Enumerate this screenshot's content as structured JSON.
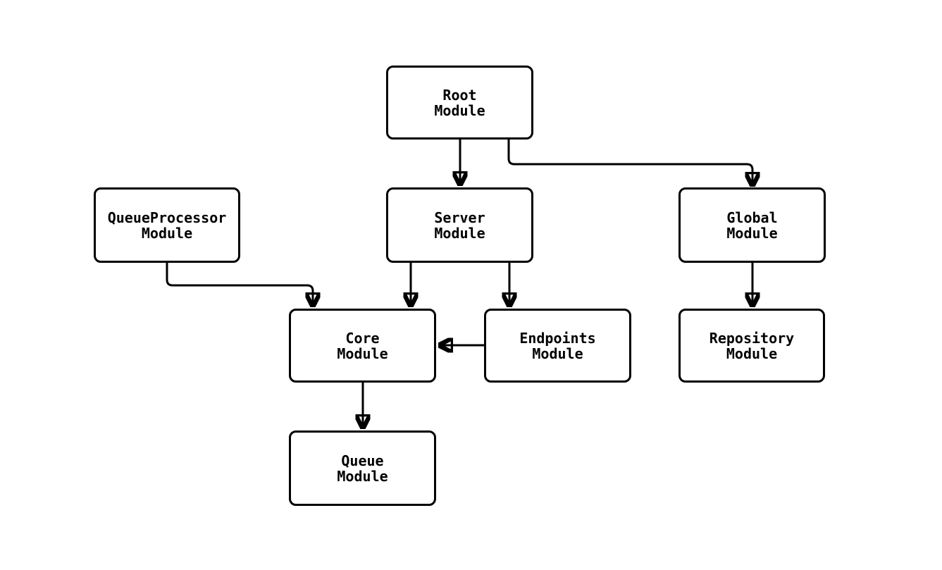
{
  "diagram": {
    "type": "flowchart",
    "direction": "top-down",
    "nodes": {
      "root": {
        "line1": "Root",
        "line2": "Module"
      },
      "queueprocessor": {
        "line1": "QueueProcessor",
        "line2": "Module"
      },
      "server": {
        "line1": "Server",
        "line2": "Module"
      },
      "global": {
        "line1": "Global",
        "line2": "Module"
      },
      "core": {
        "line1": "Core",
        "line2": "Module"
      },
      "endpoints": {
        "line1": "Endpoints",
        "line2": "Module"
      },
      "repository": {
        "line1": "Repository",
        "line2": "Module"
      },
      "queue": {
        "line1": "Queue",
        "line2": "Module"
      }
    },
    "edges": [
      {
        "from": "Root Module",
        "to": "Server Module"
      },
      {
        "from": "Root Module",
        "to": "Global Module"
      },
      {
        "from": "QueueProcessor Module",
        "to": "Core Module"
      },
      {
        "from": "Server Module",
        "to": "Core Module"
      },
      {
        "from": "Server Module",
        "to": "Endpoints Module"
      },
      {
        "from": "Endpoints Module",
        "to": "Core Module"
      },
      {
        "from": "Core Module",
        "to": "Queue Module"
      },
      {
        "from": "Global Module",
        "to": "Repository Module"
      }
    ],
    "colors": {
      "stroke": "#000000",
      "node_fill": "#ffffff",
      "text": "#000000",
      "background": "#ffffff"
    }
  }
}
